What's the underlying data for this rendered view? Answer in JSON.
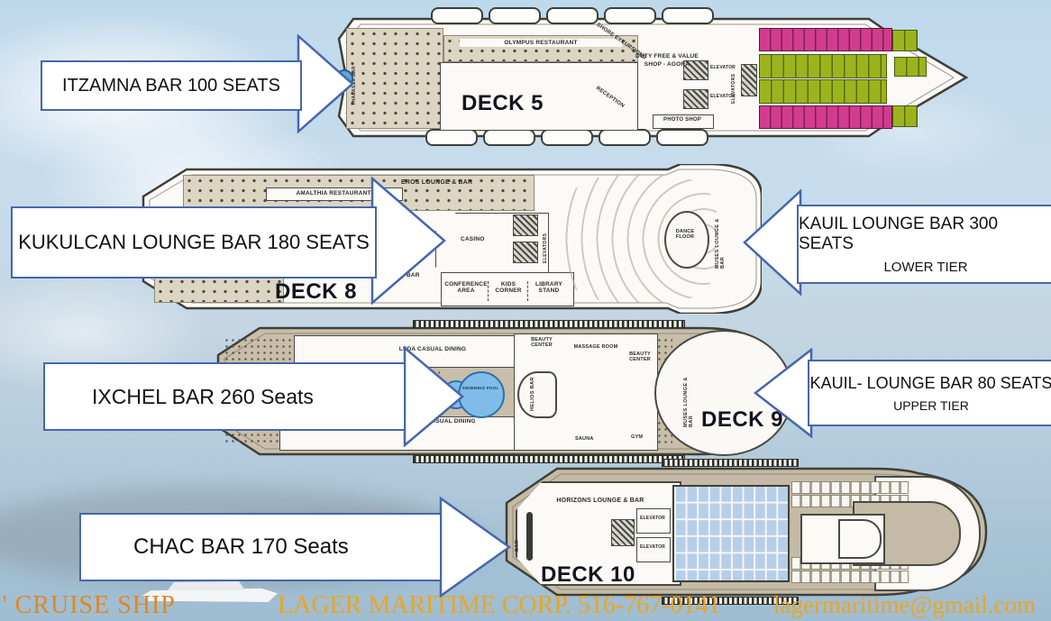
{
  "callouts": {
    "itzamna": {
      "label": "ITZAMNA BAR 100 SEATS"
    },
    "kukulcan": {
      "label": "KUKULCAN LOUNGE BAR 180 SEATS"
    },
    "kauil_lower": {
      "label": "KAUIL LOUNGE BAR 300 SEATS",
      "sub": "LOWER TIER"
    },
    "ixchel": {
      "label": "IXCHEL BAR 260 Seats"
    },
    "kauil_upper": {
      "label": "KAUIL- LOUNGE BAR 80 SEATS",
      "sub": "UPPER TIER"
    },
    "chac": {
      "label": "CHAC BAR 170 Seats"
    }
  },
  "decks": {
    "deck5": {
      "title": "DECK 5",
      "olympus": "OLYMPUS RESTAURANT",
      "thalassa": "THALASSA BAR",
      "shore": "SHORE EXCURSIONS",
      "duty1": "DUTY FREE & VALUE",
      "duty2": "SHOP - AGORA",
      "reception": "RECEPTION",
      "photo": "PHOTO SHOP",
      "elevator": "ELEVATOR",
      "elevators": "ELEVATORS"
    },
    "deck8": {
      "title": "DECK 8",
      "amalthia": "AMALTHIA RESTAURANT",
      "eros": "EROS LOUNGE & BAR",
      "casino": "CASINO",
      "bar": "BAR",
      "conference": "CONFERENCE AREA",
      "kids": "KIDS CORNER",
      "library": "LIBRARY STAND",
      "elevators": "ELEVATORS",
      "dance": "DANCE FLOOR",
      "muses": "MUSES LOUNGE & BAR"
    },
    "deck9": {
      "title": "DECK 9",
      "leda": "LEDA CASUAL DINING",
      "aura": "AURA CASUAL DINING",
      "pool": "SWIMMING POOL",
      "helios": "HELIOS BAR",
      "beauty": "BEAUTY CENTER",
      "massage": "MASSAGE ROOM",
      "sauna": "SAUNA",
      "gym": "GYM",
      "muses": "MUSES LOUNGE & BAR"
    },
    "deck10": {
      "title": "DECK 10",
      "horizons": "HORIZONS LOUNGE & BAR",
      "bar": "BAR",
      "elevator": "ELEVATOR"
    }
  },
  "footer": {
    "ship_title": "S' CRUISE SHIP",
    "company": "LAGER MARITIME CORP.  516-767-0141",
    "email": "lagermaritime@gmail.com"
  },
  "colors": {
    "callout_border": "#4766AD",
    "cabin_pink": "#D23C8E",
    "cabin_green": "#9BB41E",
    "pool_blue": "#7FBDE8",
    "deck_tan": "#C8BEA9",
    "footer_gold": "#EBA51F",
    "footer_orange": "#E2861E"
  }
}
